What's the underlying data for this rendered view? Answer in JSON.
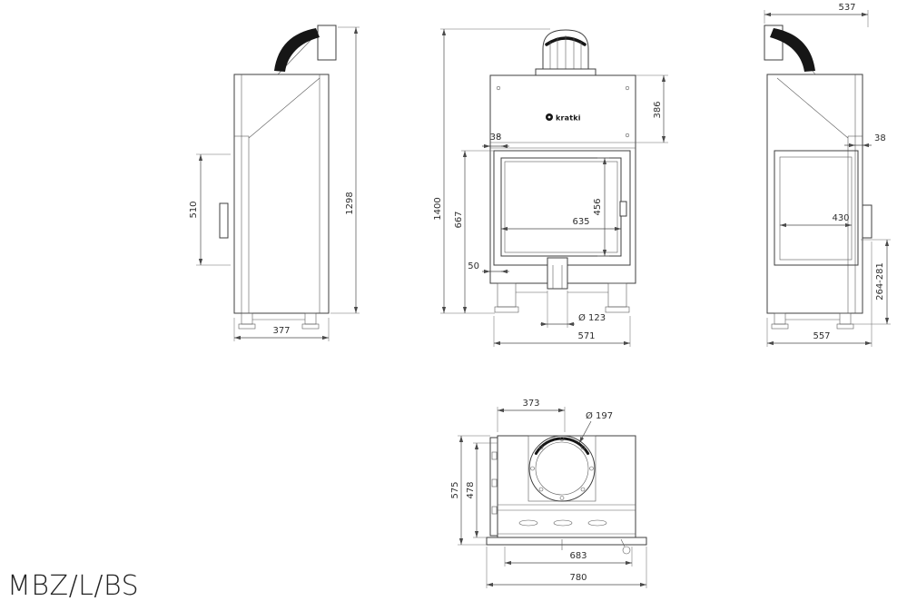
{
  "title": "MBZ/L/BS",
  "views": {
    "left": {
      "d510": "510",
      "d1298": "1298",
      "d377": "377"
    },
    "front": {
      "logo": "kratki",
      "d1400": "1400",
      "d667": "667",
      "d386": "386",
      "d38": "38",
      "d456": "456",
      "d635": "635",
      "d50": "50",
      "flue_diameter": "Ø 123",
      "d571": "571"
    },
    "right": {
      "d537": "537",
      "d38": "38",
      "d430": "430",
      "range": "264-281",
      "d557": "557"
    },
    "top": {
      "d373": "373",
      "flue_diameter": "Ø 197",
      "d575": "575",
      "d478": "478",
      "d683": "683",
      "d780": "780"
    }
  }
}
